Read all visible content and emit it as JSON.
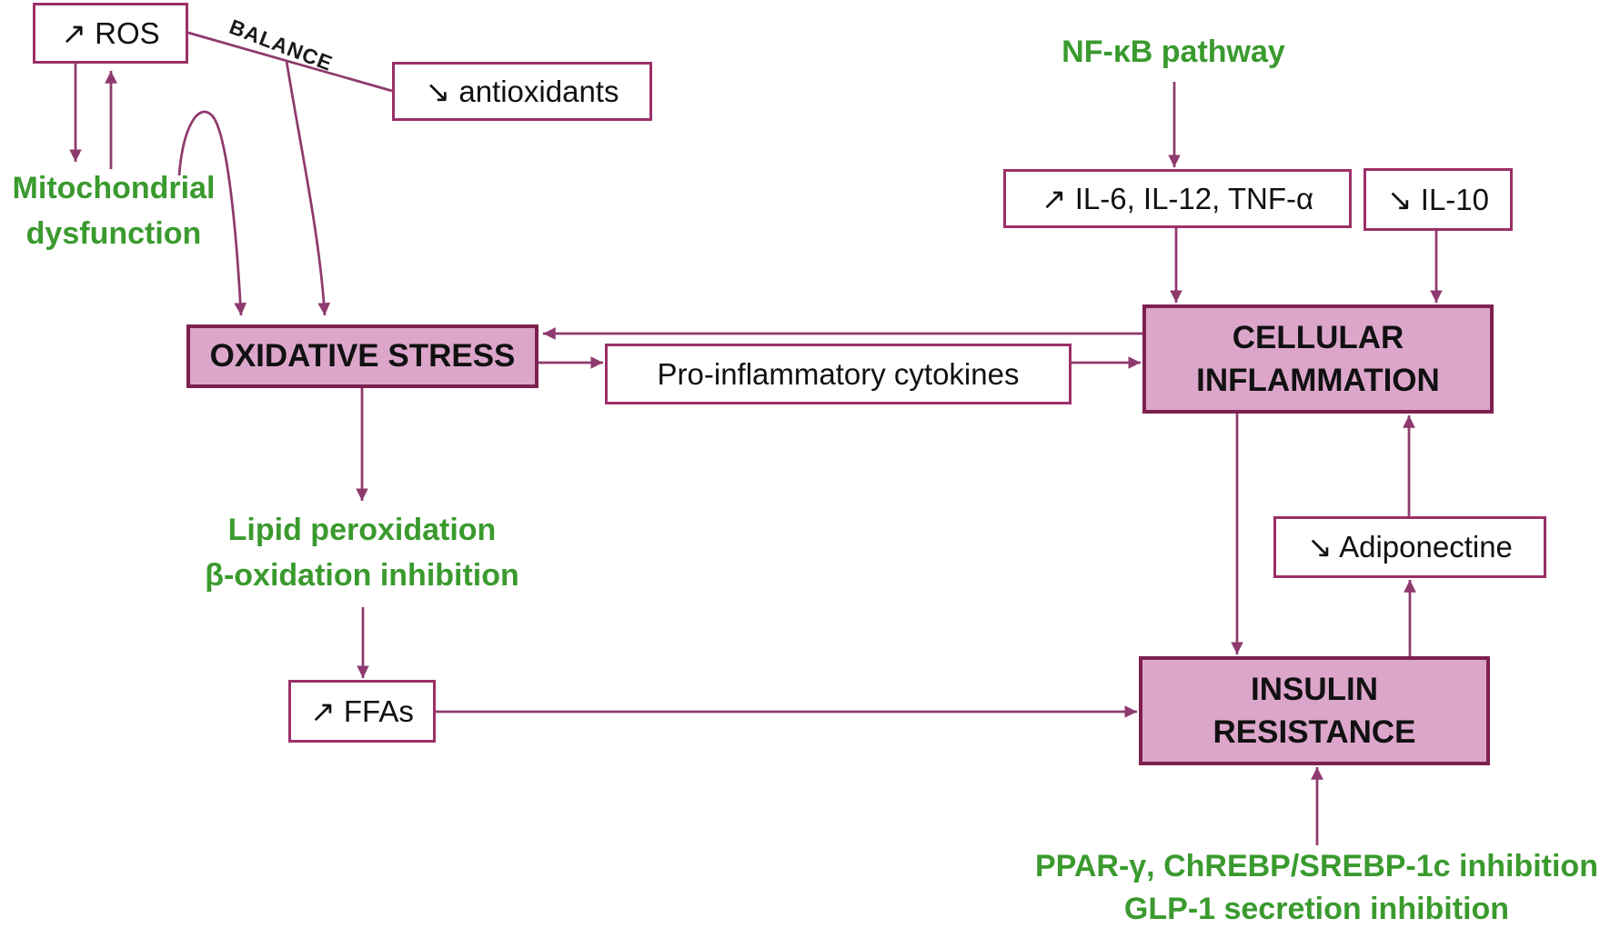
{
  "diagram": {
    "colors": {
      "arrow": "#8E3A6E",
      "white_box_border": "#9B3068",
      "pink_box_fill": "#DCA6CB",
      "pink_box_border": "#7D2150",
      "green_text": "#3A9A2E",
      "black_text": "#111111",
      "background": "#FFFFFF"
    },
    "nodes": {
      "ros": {
        "label": "↗ ROS",
        "kind": "white-box"
      },
      "antioxidants": {
        "label": "↘ antioxidants",
        "kind": "white-box"
      },
      "il6": {
        "label": "↗ IL-6, IL-12, TNF-α",
        "kind": "white-box"
      },
      "il10": {
        "label": "↘ IL-10",
        "kind": "white-box"
      },
      "cytokines": {
        "label": "Pro-inflammatory cytokines",
        "kind": "white-box"
      },
      "adiponectine": {
        "label": "↘ Adiponectine",
        "kind": "white-box"
      },
      "ffas": {
        "label": "↗ FFAs",
        "kind": "white-box"
      },
      "oxidative_stress": {
        "label": "OXIDATIVE STRESS",
        "kind": "pink-box"
      },
      "cellular_inflammation": {
        "label": "CELLULAR\nINFLAMMATION",
        "kind": "pink-box"
      },
      "insulin_resistance": {
        "label": "INSULIN\nRESISTANCE",
        "kind": "pink-box"
      }
    },
    "labels": {
      "mitochondrial": "Mitochondrial\ndysfunction",
      "nfkb": "NF-κB pathway",
      "lipid": "Lipid peroxidation\nβ-oxidation inhibition",
      "ppar": "PPAR-γ, ChREBP/SREBP-1c inhibition\nGLP-1 secretion inhibition",
      "balance": "BALANCE"
    },
    "edges": [
      "ros -> mitochondrial",
      "mitochondrial -> ros",
      "mitochondrial -> oxidative_stress (curved)",
      "ros -> antioxidants (balance line)",
      "balance line -> oxidative_stress",
      "nfkb -> il6",
      "il6 -> cellular_inflammation",
      "il10 -> cellular_inflammation",
      "cellular_inflammation -> oxidative_stress",
      "oxidative_stress -> cytokines",
      "cytokines -> cellular_inflammation",
      "oxidative_stress -> lipid",
      "lipid -> ffas",
      "ffas -> insulin_resistance",
      "cellular_inflammation -> insulin_resistance",
      "insulin_resistance -> adiponectine",
      "adiponectine -> cellular_inflammation",
      "ppar -> insulin_resistance"
    ]
  }
}
